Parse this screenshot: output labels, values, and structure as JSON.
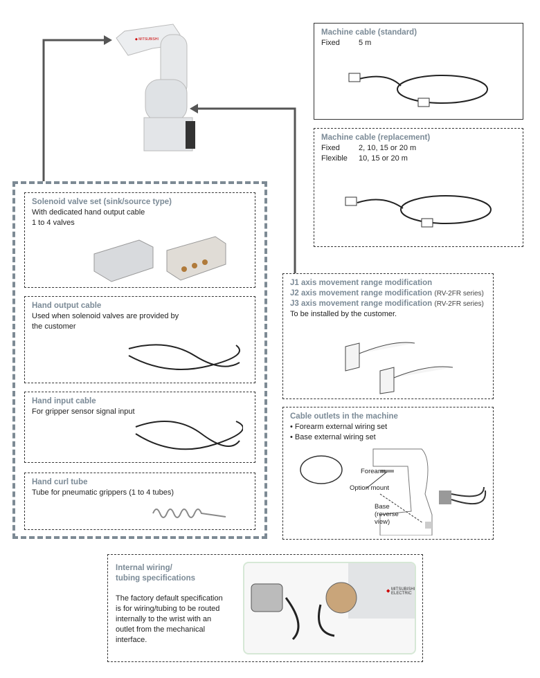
{
  "machine_cable_standard": {
    "title": "Machine cable (standard)",
    "rows": [
      {
        "type": "Fixed",
        "length": "5 m"
      }
    ]
  },
  "machine_cable_replacement": {
    "title": "Machine cable (replacement)",
    "rows": [
      {
        "type": "Fixed",
        "length": "2, 10, 15 or 20 m"
      },
      {
        "type": "Flexible",
        "length": "10, 15 or 20 m"
      }
    ]
  },
  "solenoid": {
    "title": "Solenoid valve set (sink/source type)",
    "lines": [
      "With dedicated hand output cable",
      "1 to 4 valves"
    ]
  },
  "hand_output": {
    "title": "Hand output cable",
    "lines": [
      "Used when solenoid valves are provided by",
      "the customer"
    ]
  },
  "hand_input": {
    "title": "Hand input cable",
    "lines": [
      "For gripper sensor signal input"
    ]
  },
  "curl_tube": {
    "title": "Hand curl tube",
    "lines": [
      "Tube for pneumatic grippers (1 to 4 tubes)"
    ]
  },
  "axis": {
    "items": [
      {
        "title": "J1 axis movement range modification",
        "note": ""
      },
      {
        "title": "J2 axis movement range modification",
        "note": "(RV-2FR series)"
      },
      {
        "title": "J3 axis movement range modification",
        "note": "(RV-2FR series)"
      }
    ],
    "text": "To be installed by the customer."
  },
  "outlets": {
    "title": "Cable outlets in the machine",
    "bullets": [
      "Forearm external wiring set",
      "Base external wiring set"
    ],
    "labels": {
      "forearm": "Forearm",
      "option_mount": "Option mount",
      "base": "Base (reverse view)"
    }
  },
  "internal": {
    "title_lines": [
      "Internal wiring/",
      "tubing specifications"
    ],
    "text_lines": [
      "The factory default specification",
      "is for wiring/tubing to be routed",
      "internally to the wrist with an",
      "outlet from the mechanical",
      "interface."
    ],
    "logo": "MITSUBISHI ELECTRIC"
  }
}
